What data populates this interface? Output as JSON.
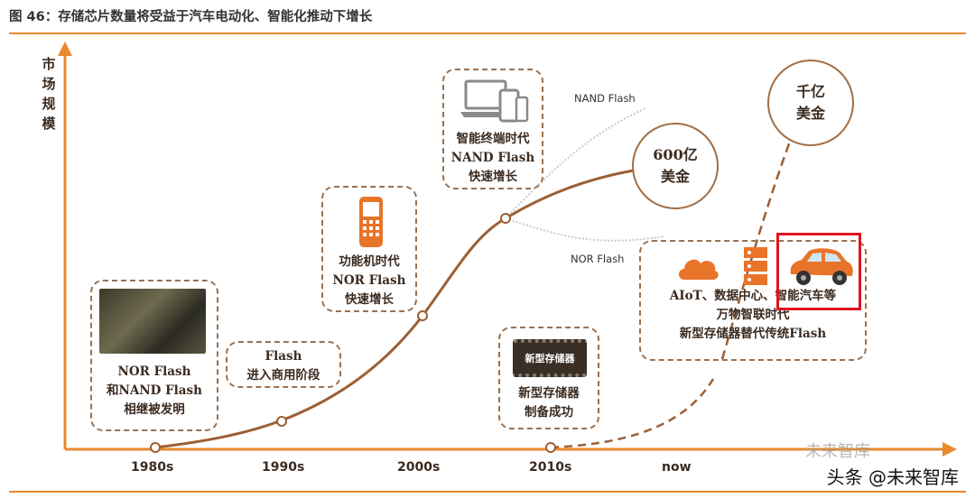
{
  "figure_title": "图 46：存储芯片数量将受益于汽车电动化、智能化推动下增长",
  "y_axis_label": "市场规模",
  "x_axis_ticks": [
    "1980s",
    "1990s",
    "2000s",
    "2010s",
    "now"
  ],
  "boxes": {
    "nor_nand": {
      "lines": [
        "NOR Flash",
        "和NAND Flash",
        "相继被发明"
      ]
    },
    "flash": {
      "lines": [
        "Flash",
        "进入商用阶段"
      ]
    },
    "feature_phone": {
      "lines": [
        "功能机时代",
        "NOR Flash",
        "快速增长"
      ]
    },
    "smart_terminal": {
      "lines": [
        "智能终端时代",
        "NAND Flash",
        "快速增长"
      ]
    },
    "new_memory": {
      "chip_label": "新型存储器",
      "lines": [
        "新型存储器",
        "制备成功"
      ]
    },
    "iot": {
      "lines": [
        "AIoT、数据中心、智能汽车等",
        "万物智联时代",
        "新型存储器替代传统Flash"
      ]
    }
  },
  "curve_labels": {
    "upper": "NAND Flash",
    "lower": "NOR Flash"
  },
  "circles": {
    "mid": [
      "600亿",
      "美金"
    ],
    "top": [
      "千亿",
      "美金"
    ]
  },
  "watermark": {
    "main": "头条 @未来智库",
    "ghost": "未来智库"
  },
  "colors": {
    "accent": "#e8892c",
    "curve": "#9c5f34",
    "highlight": "#e0141e",
    "icon_orange": "#e8742a"
  },
  "icons": [
    "devices-icon",
    "phone-icon",
    "chip-icon",
    "cloud-icon",
    "server-icon",
    "car-icon"
  ]
}
